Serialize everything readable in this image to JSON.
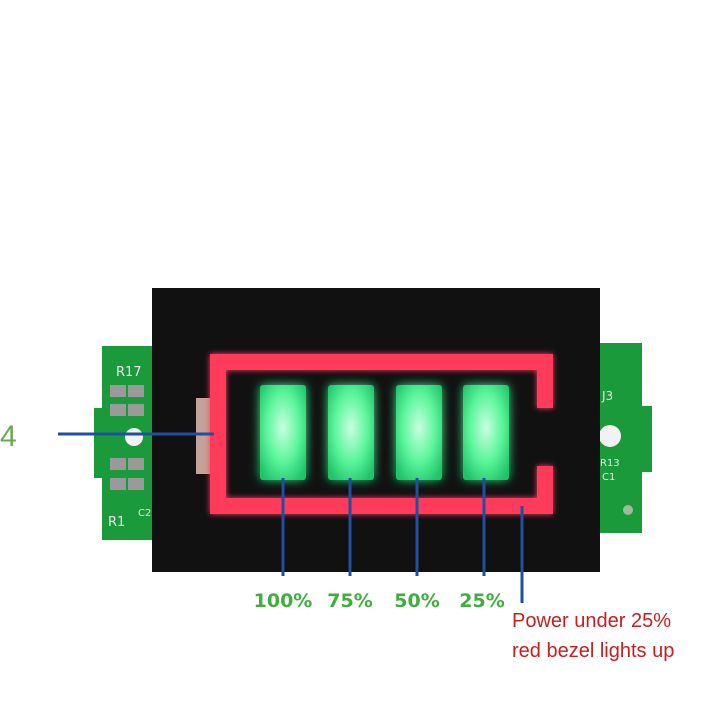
{
  "board": {
    "left_pcb_labels": [
      "R17",
      "R1",
      "C2"
    ],
    "right_pcb_labels": [
      "J3",
      "R13",
      "C1"
    ]
  },
  "callout_left": {
    "label": "4"
  },
  "level_labels": [
    "100%",
    "75%",
    "50%",
    "25%"
  ],
  "note": {
    "line1": "Power under 25%",
    "line2": "red bezel lights up"
  },
  "colors": {
    "module_body": "#111111",
    "pcb_green": "#1a9a3a",
    "red_bezel": "#ff3b5c",
    "segment_green": "#5cf59b",
    "pointer_blue": "#1f4f9e",
    "label_green": "#3fae3f",
    "note_red": "#c81e1e",
    "left_label_green": "#6aa84f"
  }
}
